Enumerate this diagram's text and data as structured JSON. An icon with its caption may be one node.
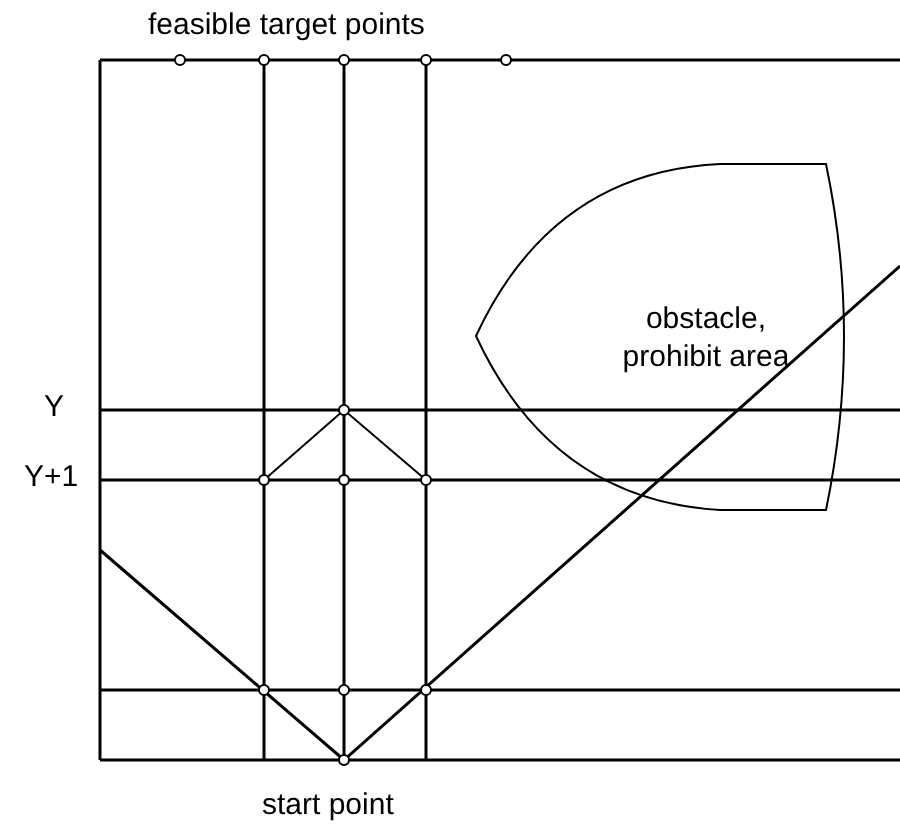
{
  "diagram": {
    "nodes": [
      {
        "text": [
          "obstacle, prohibit area"
        ]
      }
    ],
    "labels": [
      "feasible target points",
      "Y",
      "Y+1",
      "start point"
    ]
  }
}
